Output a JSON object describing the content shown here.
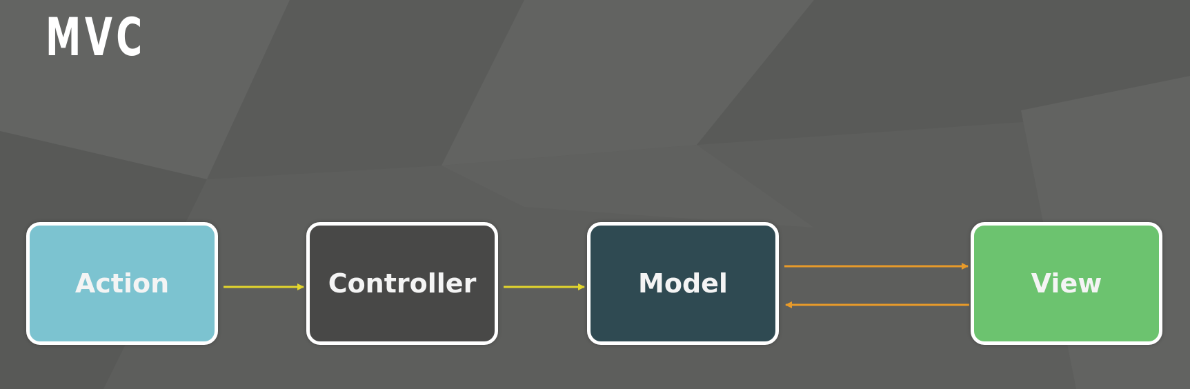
{
  "title": "MVC",
  "nodes": {
    "action": "Action",
    "controller": "Controller",
    "model": "Model",
    "view": "View"
  },
  "colors": {
    "background": "#5d5e5c",
    "action": "#7cc3d0",
    "controller": "#484847",
    "model": "#2f4a52",
    "view": "#6cc36f",
    "flow_arrow": "#e3d62c",
    "model_view_arrow": "#e79a2a",
    "node_border": "#ffffff"
  },
  "edges": [
    {
      "from": "action",
      "to": "controller"
    },
    {
      "from": "controller",
      "to": "model"
    },
    {
      "from": "model",
      "to": "view"
    },
    {
      "from": "view",
      "to": "model"
    }
  ]
}
